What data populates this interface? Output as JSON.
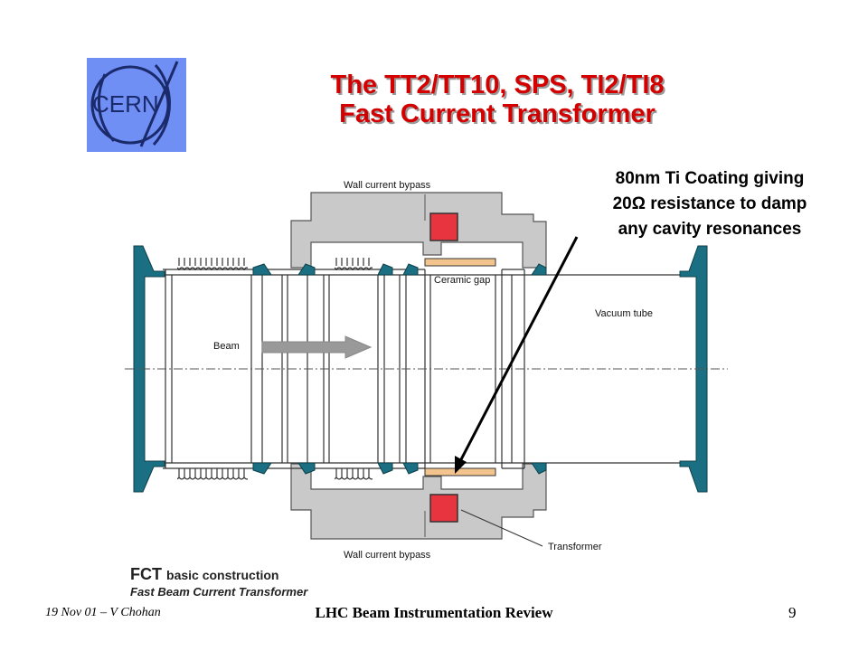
{
  "logo_text": "CERN",
  "title": {
    "line1": "The TT2/TT10, SPS, TI2/TI8",
    "line2": "Fast Current Transformer"
  },
  "annotation": {
    "line1": "80nm Ti Coating giving",
    "line2": "20Ω resistance to damp",
    "line3": "any cavity resonances"
  },
  "diagram_labels": {
    "wall_bypass_top": "Wall current bypass",
    "wall_bypass_bottom": "Wall current bypass",
    "ceramic_gap": "Ceramic gap",
    "vacuum_tube": "Vacuum tube",
    "beam": "Beam",
    "transformer": "Transformer"
  },
  "caption": {
    "fct": "FCT",
    "basic": "basic construction",
    "full": "Fast Beam Current Transformer"
  },
  "footer": {
    "left": "19 Nov 01 – V Chohan",
    "center": "LHC Beam Instrumentation Review",
    "page": "9"
  },
  "colors": {
    "title": "#d40000",
    "logo_bg": "#6f8ff5",
    "flange_teal": "#1a6f82",
    "transformer_red": "#e8343e",
    "ceramic": "#f3c48e",
    "housing_gray": "#c9c9c9"
  }
}
